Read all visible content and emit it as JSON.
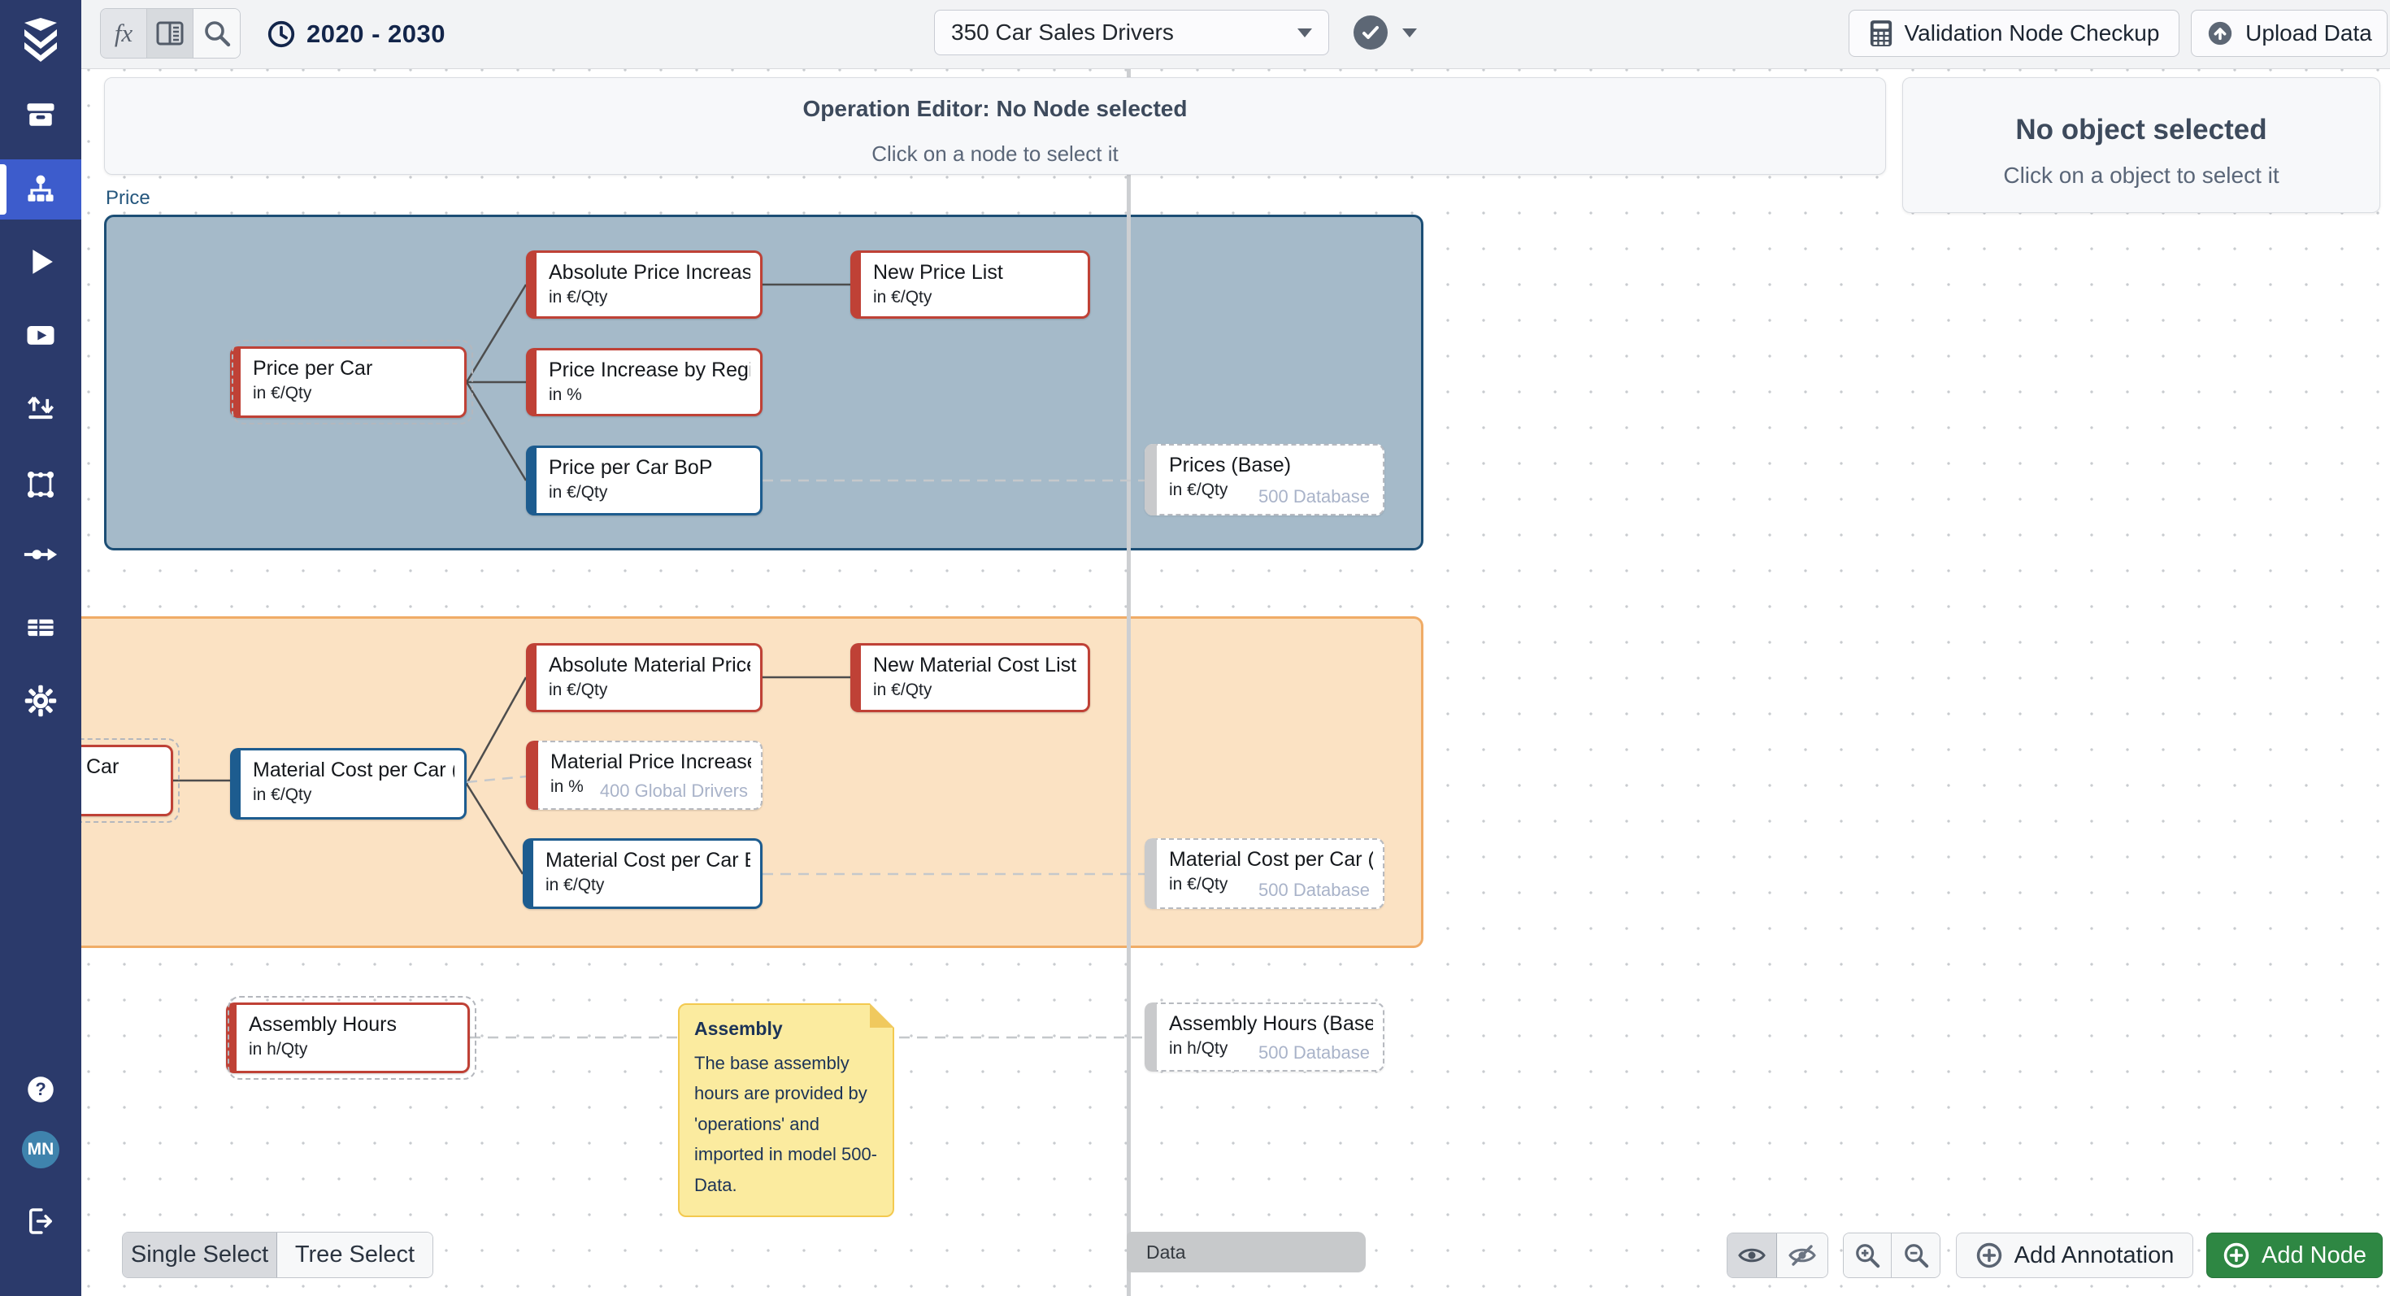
{
  "sidebar": {
    "avatar_initials": "MN"
  },
  "topbar": {
    "fx_label": "fx",
    "date_range": "2020 - 2030",
    "model_selector_value": "350 Car Sales Drivers",
    "validation_button_label": "Validation Node Checkup",
    "upload_button_label": "Upload Data"
  },
  "operation_editor": {
    "title": "Operation Editor: No Node selected",
    "subtitle": "Click on a node to select it"
  },
  "inspector": {
    "title": "No object selected",
    "subtitle": "Click on a object to select it"
  },
  "canvas": {
    "price_group_label": "Price",
    "data_label": "Data",
    "nodes": [
      {
        "title": "Price per Car",
        "unit": "in €/Qty"
      },
      {
        "title": "Absolute Price Increase (Sust...",
        "unit": "in €/Qty"
      },
      {
        "title": "New Price List",
        "unit": "in €/Qty"
      },
      {
        "title": "Price Increase by Region (Su...",
        "unit": "in %"
      },
      {
        "title": "Price per Car BoP",
        "unit": "in €/Qty"
      },
      {
        "title": "Prices (Base)",
        "unit": "in €/Qty",
        "badge": "500 Database"
      },
      {
        "title": "Car",
        "unit": ""
      },
      {
        "title": "Material Cost per Car (by Co...",
        "unit": "in €/Qty"
      },
      {
        "title": "Absolute Material Price Incre...",
        "unit": "in €/Qty"
      },
      {
        "title": "New Material Cost List",
        "unit": "in €/Qty"
      },
      {
        "title": "Material Price Increase/Decre...",
        "unit": "in %",
        "badge": "400 Global Drivers"
      },
      {
        "title": "Material Cost per Car BoP",
        "unit": "in €/Qty"
      },
      {
        "title": "Material Cost per Car (Base)",
        "unit": "in €/Qty",
        "badge": "500 Database"
      },
      {
        "title": "Assembly Hours",
        "unit": "in h/Qty"
      },
      {
        "title": "Assembly Hours (Base)",
        "unit": "in h/Qty",
        "badge": "500 Database"
      }
    ],
    "note": {
      "title": "Assembly",
      "body": "The base assembly hours are provided by 'operations' and imported in model 500-Data."
    }
  },
  "footer": {
    "single_select": "Single Select",
    "tree_select": "Tree Select",
    "add_annotation": "Add Annotation",
    "add_node": "Add Node"
  },
  "colors": {
    "node_red": "#bf4136",
    "node_blue": "#1d5c8f",
    "price_group_fill": "#a5bac9",
    "price_group_border": "#1c4e75",
    "material_group_fill": "#fbe2c3",
    "material_group_border": "#f0ac67",
    "note_fill": "#fbeb9f",
    "note_border": "#f3c94f",
    "add_node_green": "#2e8743",
    "sidebar_bg": "#2b3a6b",
    "sidebar_active": "#3d5ccc"
  }
}
